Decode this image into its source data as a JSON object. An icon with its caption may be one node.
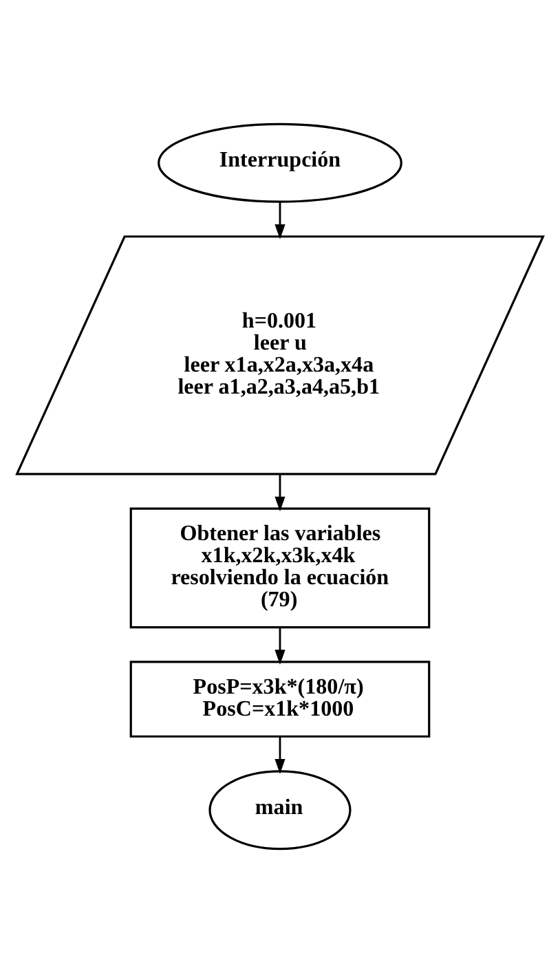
{
  "diagram": {
    "nodes": [
      {
        "text": [
          "Interrupción"
        ]
      },
      {
        "text": [
          "h=0.001",
          "leer u",
          "leer x1a,x2a,x3a,x4a",
          "leer a1,a2,a3,a4,a5,b1"
        ]
      },
      {
        "text": [
          "Obtener las variables x1k,x2k,x3k,x4k resolviendo la ecuación (79)"
        ]
      },
      {
        "text": [
          "PosP=x3k*(180/π)",
          "PosC=x1k*1000"
        ]
      },
      {
        "text": [
          "main"
        ]
      }
    ],
    "edges": [
      {
        "from": 0,
        "to": 1,
        "arrow": "to"
      },
      {
        "from": 1,
        "to": 2,
        "arrow": "to"
      },
      {
        "from": 2,
        "to": 3,
        "arrow": "to"
      },
      {
        "from": 3,
        "to": 4,
        "arrow": "to"
      }
    ]
  }
}
